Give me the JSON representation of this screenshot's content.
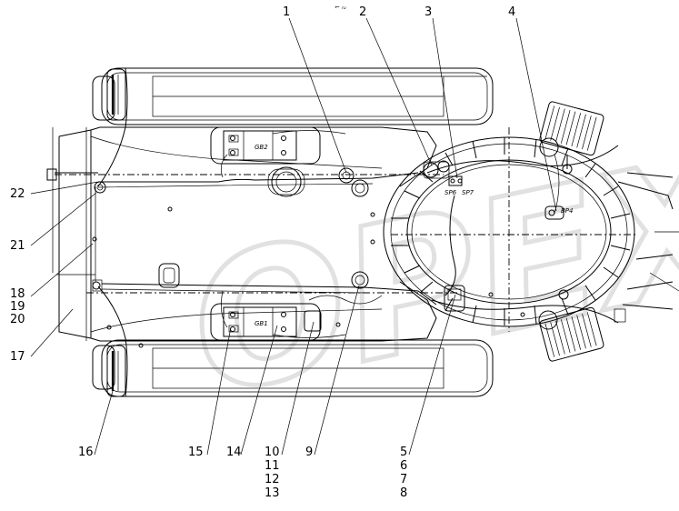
{
  "watermark": "ОРЕХ",
  "top_mark": "⌐ ᵣᵤ",
  "component_labels": {
    "gb1": "GB1",
    "gb2": "GB2",
    "sp6": "SP6",
    "sp7": "SP7",
    "bp4": "BP4"
  },
  "callouts": {
    "c1": "1",
    "c2": "2",
    "c3": "3",
    "c4": "4",
    "c5": "5",
    "c6": "6",
    "c7": "7",
    "c8": "8",
    "c9": "9",
    "c10": "10",
    "c11": "11",
    "c12": "12",
    "c13": "13",
    "c14": "14",
    "c15": "15",
    "c16": "16",
    "c17": "17",
    "c18": "18",
    "c19": "19",
    "c20": "20",
    "c21": "21",
    "c22": "22"
  }
}
